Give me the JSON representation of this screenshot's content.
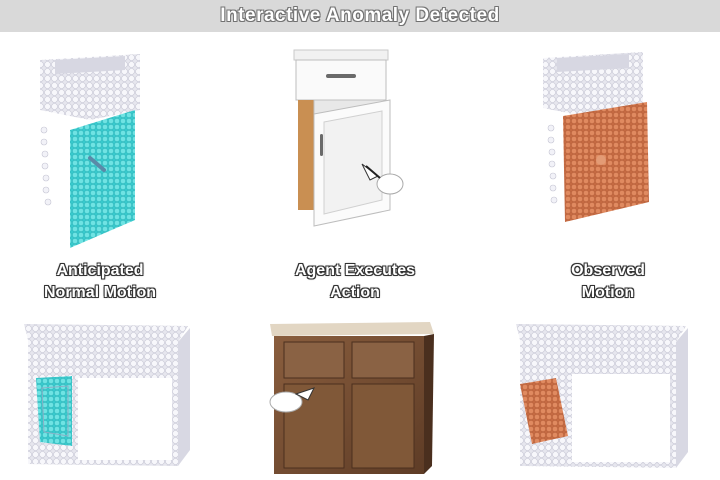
{
  "banner": {
    "title": "Interactive Anomaly Detected"
  },
  "captions": {
    "anticipated": {
      "line1": "Anticipated",
      "line2": "Normal Motion"
    },
    "agent": {
      "line1": "Agent Executes",
      "line2": "Action"
    },
    "observed": {
      "line1": "Observed",
      "line2": "Motion"
    }
  },
  "colors": {
    "banner_bg": "#d9d9d9",
    "point_cloud": "#e9e9f2",
    "anticipated_part": "#4fd6d6",
    "observed_part": "#d47a52",
    "cabinet_white": "#f4f4f4",
    "cabinet_wood": "#7a5236"
  },
  "icons": [
    "hand-pointer-icon"
  ]
}
